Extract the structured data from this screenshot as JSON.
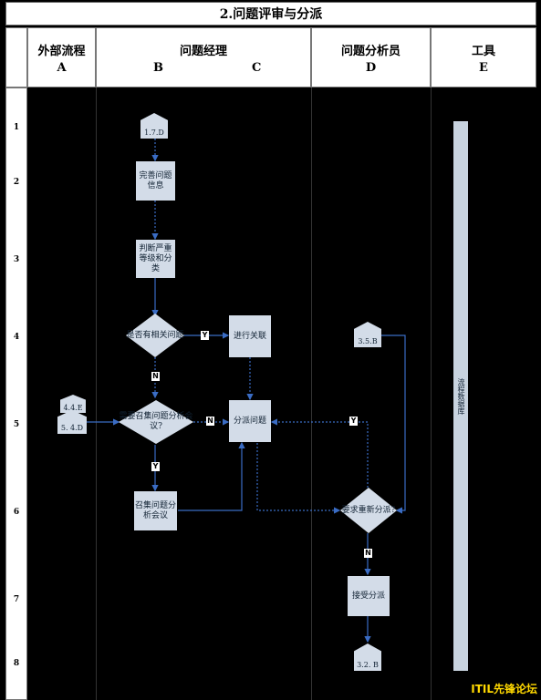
{
  "title": "2.问题评审与分派",
  "lanes": {
    "a": {
      "label": "外部流程",
      "letter": "A"
    },
    "bc": {
      "label": "问题经理",
      "letter_b": "B",
      "letter_c": "C"
    },
    "d": {
      "label": "问题分析员",
      "letter": "D"
    },
    "e": {
      "label": "工具",
      "letter": "E"
    }
  },
  "rows": [
    "1",
    "2",
    "3",
    "4",
    "5",
    "6",
    "7",
    "8"
  ],
  "nodes": {
    "start": "1.7.D",
    "complete_info": "完善问题信息",
    "judge": "判断严重等级和分类",
    "related": "是否有相关问题",
    "link": "进行关联",
    "ref_35b": "3.5.B",
    "ref_44e": "4.4.E",
    "ref_54d": "5. 4.D",
    "need_meeting": "需要召集问题分析会议?",
    "assign": "分派问题",
    "convene": "召集问题分析会议",
    "reassign": "要求重新分派?",
    "accept": "接受分派",
    "end": "3.2. B"
  },
  "labels": {
    "y": "Y",
    "n": "N"
  },
  "tool_label": "流程数据库",
  "watermark": "ITIL先锋论坛"
}
